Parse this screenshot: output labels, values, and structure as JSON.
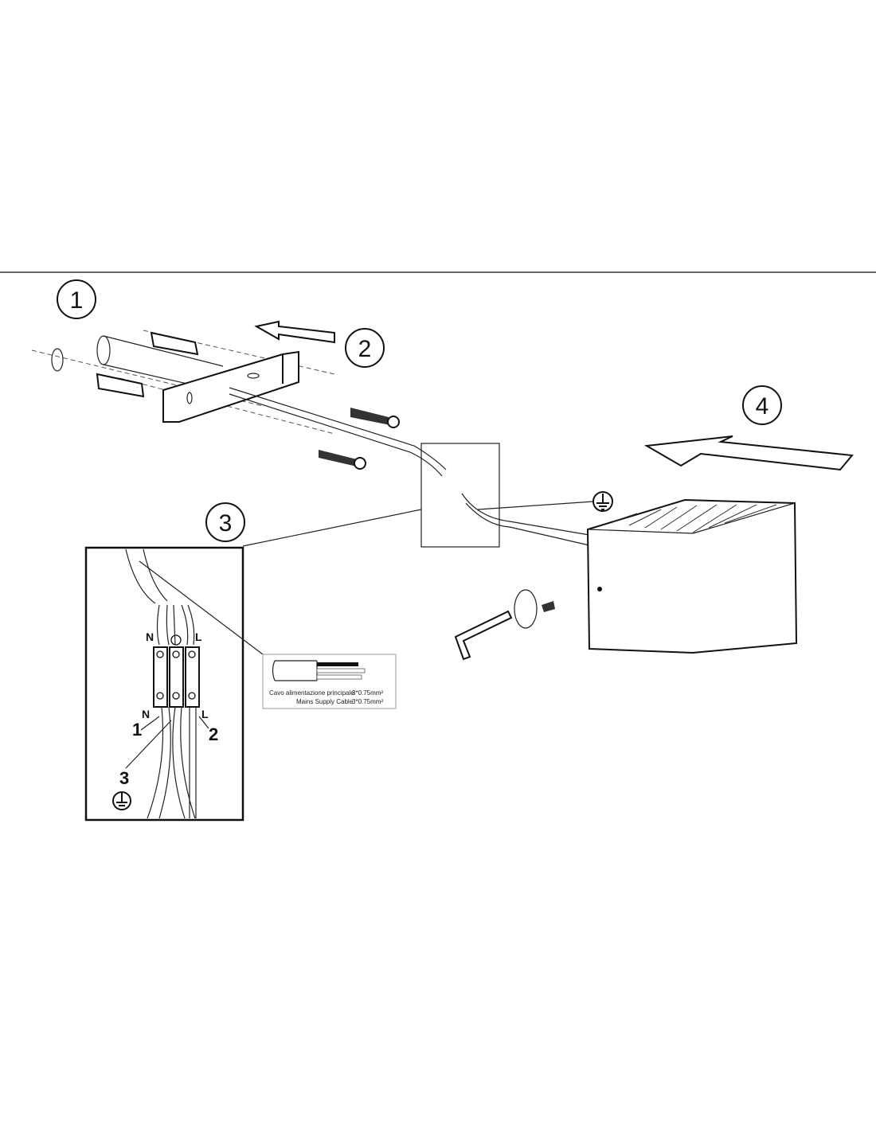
{
  "steps": [
    "1",
    "2",
    "3",
    "4"
  ],
  "terminal_labels": {
    "top_left": "N",
    "top_right": "L",
    "bottom_left": "N",
    "bottom_right": "L"
  },
  "wire_numbers": [
    "1",
    "2",
    "3"
  ],
  "cable_label": {
    "italian": "Cavo alimentazione principale",
    "english": "Mains Supply Cable",
    "spec_it": "3*0.75mm²",
    "spec_en": "3*0.75mm²"
  },
  "icons": [
    "earth-ground-icon"
  ]
}
